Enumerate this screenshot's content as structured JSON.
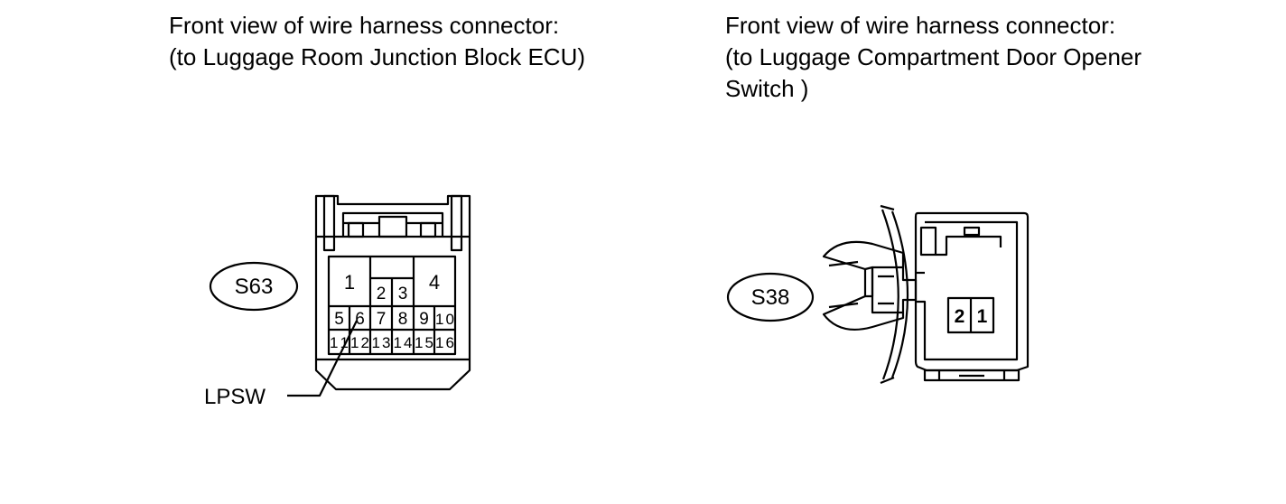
{
  "captions": {
    "left": {
      "line1": "Front view of wire harness connector:",
      "line2": "(to Luggage Room Junction Block ECU)"
    },
    "right": {
      "line1": "Front view of wire harness connector:",
      "line2": "(to Luggage Compartment Door Opener",
      "line3": "Switch )"
    }
  },
  "connectors": {
    "s63": {
      "label": "S63",
      "pins_large": [
        "1",
        "4"
      ],
      "pins_small_top": [
        "2",
        "3"
      ],
      "pins_row2": [
        "5",
        "6",
        "7",
        "8",
        "9",
        "10"
      ],
      "pins_row3": [
        "11",
        "12",
        "13",
        "14",
        "15",
        "16"
      ],
      "callout": "LPSW"
    },
    "s38": {
      "label": "S38",
      "pins": [
        "2",
        "1"
      ]
    }
  }
}
